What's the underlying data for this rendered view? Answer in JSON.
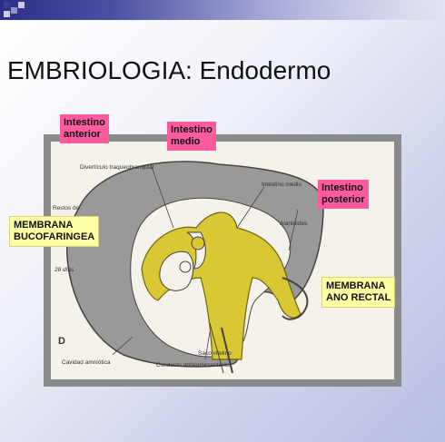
{
  "title": "EMBRIOLOGIA: Endodermo",
  "colors": {
    "endoderm": "#d9c833",
    "amniotic": "#999999",
    "label_pink": "#ff5b9e",
    "label_yellow": "#ffffa3",
    "banner": "#2c2f86"
  },
  "labels": {
    "intestino_anterior": "Intestino\nanterior",
    "intestino_medio": "Intestino\nmedio",
    "intestino_posterior": "Intestino\nposterior",
    "membrana_bucofaringea": "MEMBRANA\nBUCOFARINGEA",
    "membrana_ano_rectal": "MEMBRANA\nANO RECTAL"
  },
  "figure_text": {
    "diverticulo": "Divertículo traqueobronquial",
    "intestino_medio_small": "Intestino medio",
    "alantoides": "Alantoides",
    "restos_de": "Restos de",
    "dias": "28 días",
    "panel_letter": "D",
    "cavidad": "Cavidad amniótica",
    "conducto": "Conducto onfalomesentérico",
    "saco": "Saco vitelino"
  }
}
